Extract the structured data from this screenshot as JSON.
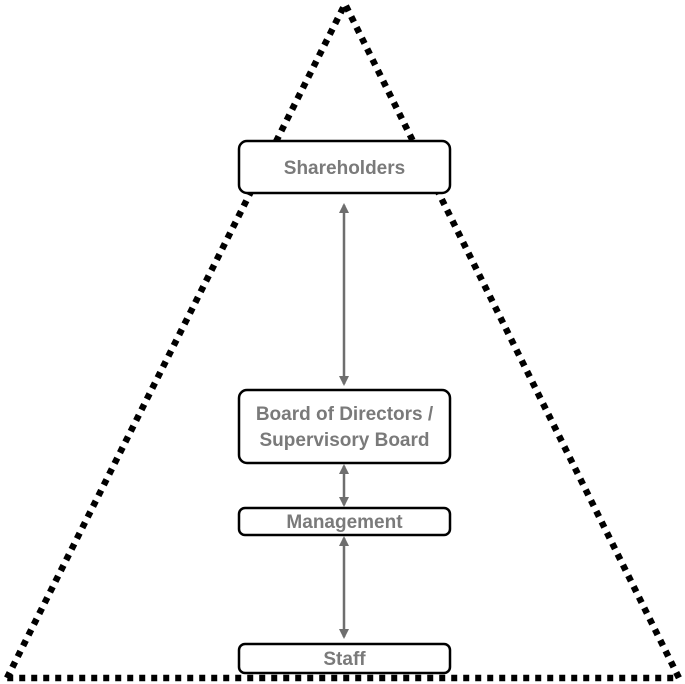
{
  "diagram": {
    "nodes": [
      {
        "id": "shareholders",
        "lines": [
          "Shareholders"
        ]
      },
      {
        "id": "board",
        "lines": [
          "Board of Directors /",
          "Supervisory Board"
        ]
      },
      {
        "id": "management",
        "lines": [
          "Management"
        ]
      },
      {
        "id": "staff",
        "lines": [
          "Staff"
        ]
      }
    ],
    "edges": [
      {
        "from": "shareholders",
        "to": "board",
        "direction": "both"
      },
      {
        "from": "board",
        "to": "management",
        "direction": "both"
      },
      {
        "from": "management",
        "to": "staff",
        "direction": "both"
      }
    ],
    "colors": {
      "border": "#000000",
      "text": "#7a7a7a",
      "arrow": "#6e6e6e",
      "background": "#ffffff"
    }
  }
}
